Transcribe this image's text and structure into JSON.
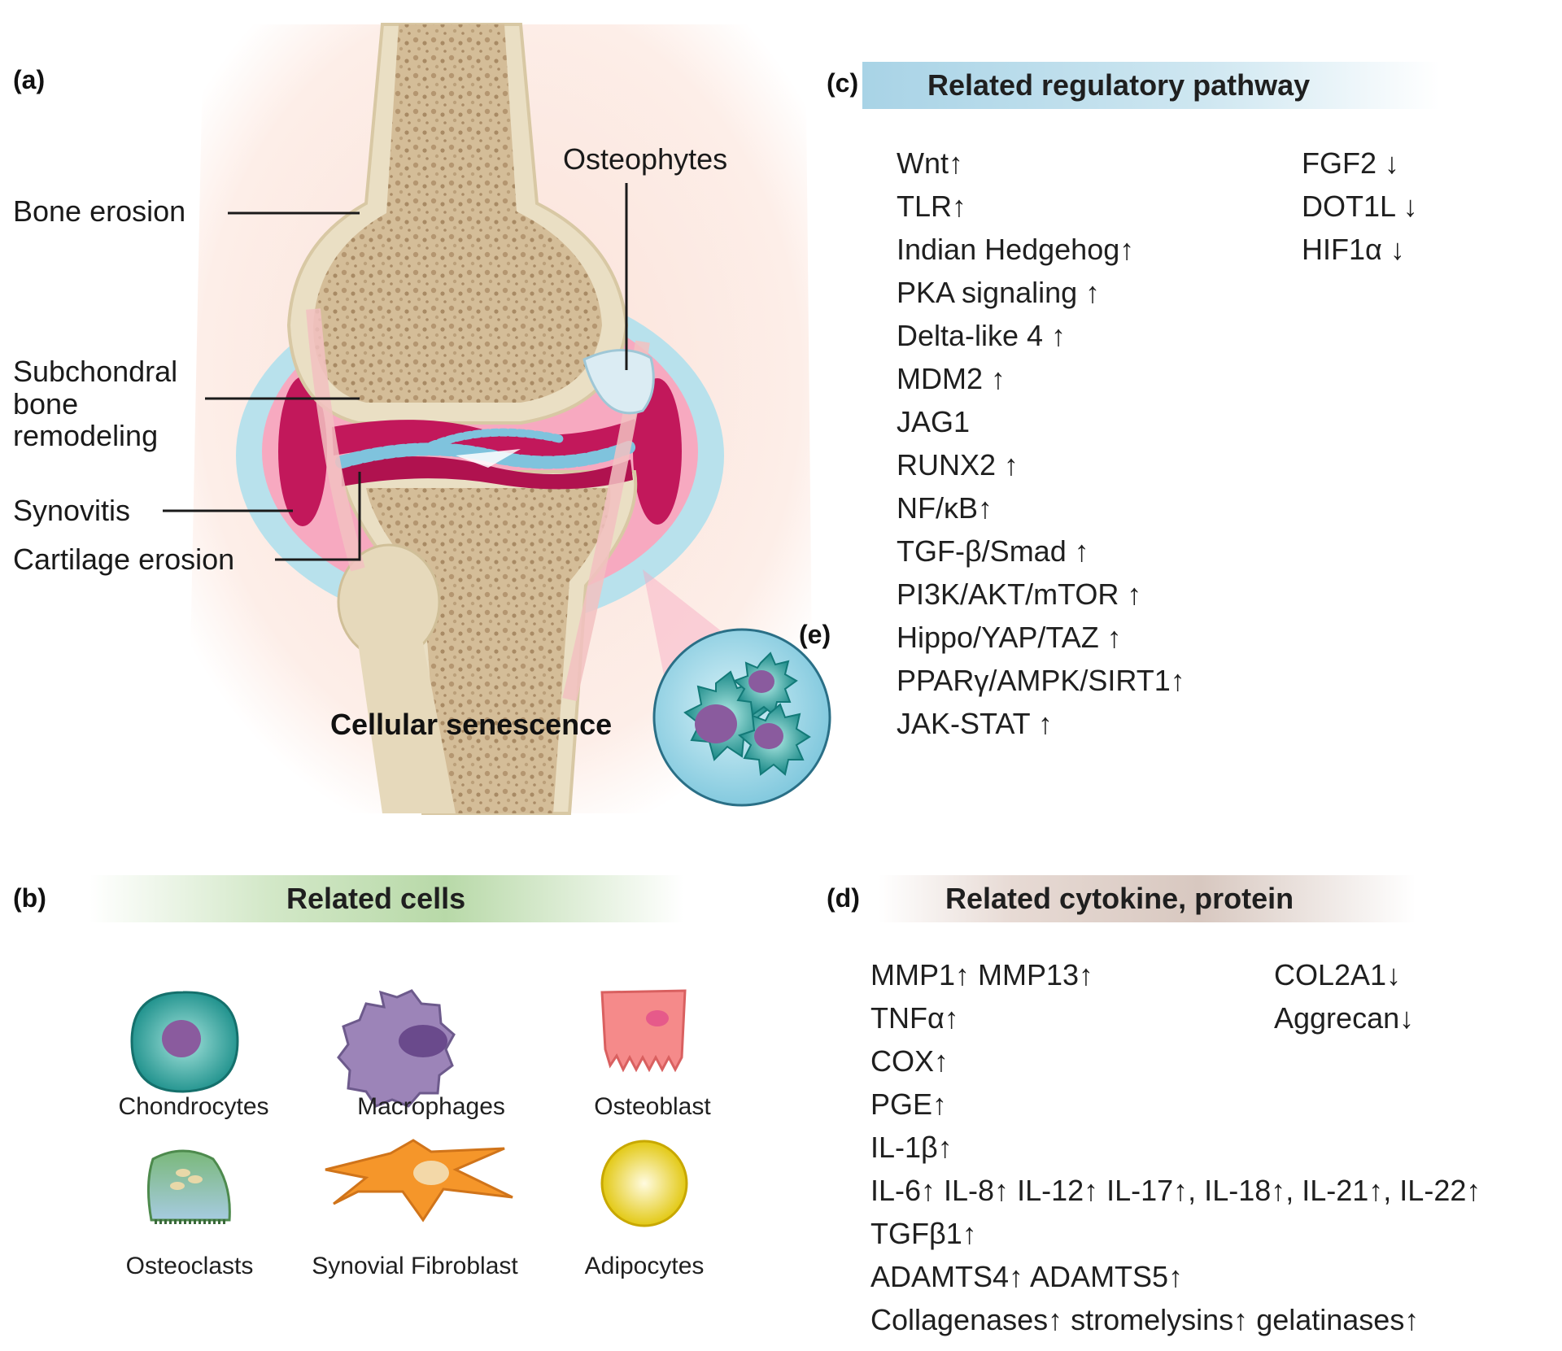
{
  "panels": {
    "a": {
      "letter": "(a)",
      "labels": {
        "bone_erosion": "Bone erosion",
        "osteophytes": "Osteophytes",
        "subchondral_1": "Subchondral",
        "subchondral_2": "bone",
        "subchondral_3": "remodeling",
        "synovitis": "Synovitis",
        "cartilage_erosion": "Cartilage erosion"
      }
    },
    "b": {
      "letter": "(b)",
      "title": "Related cells",
      "cells": [
        "Chondrocytes",
        "Macrophages",
        "Osteoblast",
        "Osteoclasts",
        "Synovial Fibroblast",
        "Adipocytes"
      ]
    },
    "c": {
      "letter": "(c)",
      "title": "Related regulatory pathway",
      "left_items": [
        "Wnt↑",
        "TLR↑",
        "Indian Hedgehog↑",
        "PKA signaling ↑",
        "Delta-like 4 ↑",
        "MDM2 ↑",
        "JAG1",
        "RUNX2 ↑",
        "NF/κB↑",
        "TGF-β/Smad ↑",
        "PI3K/AKT/mTOR ↑",
        "Hippo/YAP/TAZ ↑",
        "PPARγ/AMPK/SIRT1↑",
        "JAK-STAT ↑"
      ],
      "right_items": [
        "FGF2 ↓",
        "DOT1L ↓",
        "HIF1α ↓"
      ]
    },
    "d": {
      "letter": "(d)",
      "title": "Related cytokine, protein",
      "left_items": [
        "MMP1↑ MMP13↑",
        "TNFα↑",
        "COX↑",
        "PGE↑",
        "IL-1β↑",
        "IL-6↑ IL-8↑ IL-12↑ IL-17↑, IL-18↑, IL-21↑, IL-22↑",
        "TGFβ1↑",
        "ADAMTS4↑ ADAMTS5↑",
        "Collagenases↑ stromelysins↑ gelatinases↑"
      ],
      "right_items": [
        "COL2A1↓",
        "Aggrecan↓"
      ]
    },
    "e": {
      "letter": "(e)",
      "label": "Cellular senescence"
    }
  },
  "colors": {
    "bone": "#e8dcc0",
    "marrow": "#c8b08a",
    "cartilage_red": "#c2185b",
    "synovium_pink": "#f48fb1",
    "capsule_blue": "#b3e0ec",
    "skin": "#fde8e0",
    "pathway_bar": "#b9dcea",
    "cells_bar": "#bfdcb0",
    "cytokine_bar": "#e0d2cc"
  }
}
